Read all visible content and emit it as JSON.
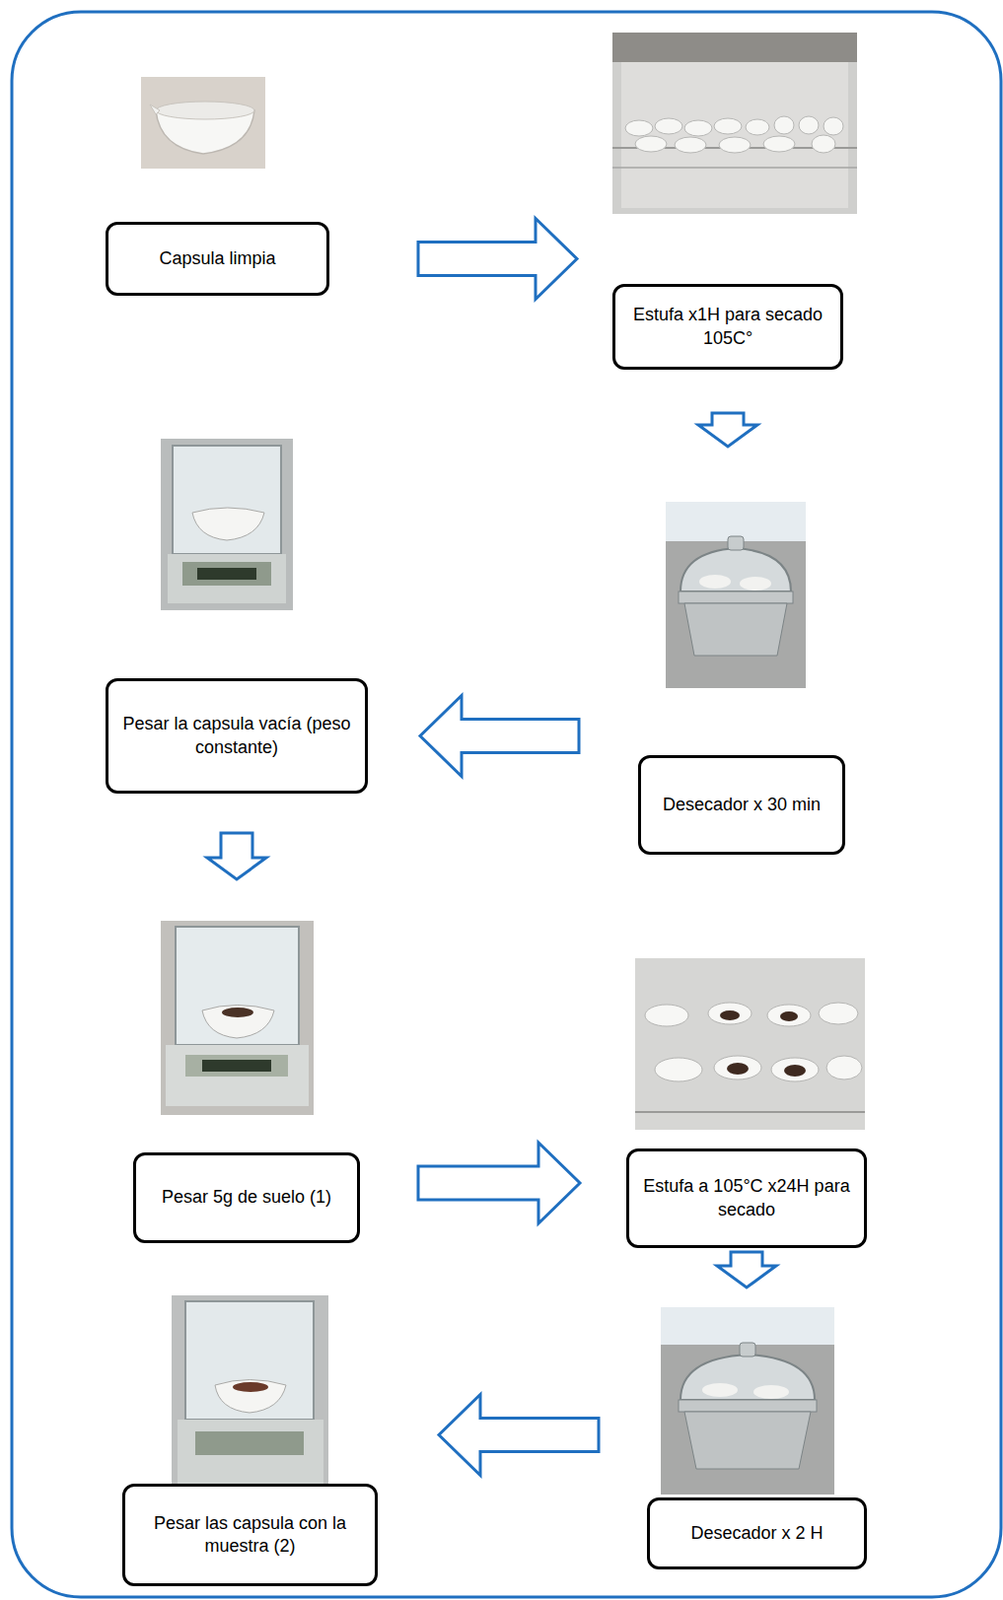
{
  "diagram": {
    "nodes": [
      {
        "text": [
          "Capsula limpia"
        ]
      },
      {
        "text": [
          "Estufa x1H para secado 105C°"
        ]
      },
      {
        "text": [
          "Desecador x 30 min"
        ]
      },
      {
        "text": [
          "Pesar la capsula vacía (peso constante)"
        ]
      },
      {
        "text": [
          "Pesar 5g de suelo (1)"
        ]
      },
      {
        "text": [
          "Estufa a 105°C x24H para secado"
        ]
      },
      {
        "text": [
          "Desecador x 2 H"
        ]
      },
      {
        "text": [
          "Pesar las capsula con la muestra (2)"
        ]
      }
    ],
    "edges": [
      {
        "from": 0,
        "to": 1,
        "arrow": "to"
      },
      {
        "from": 1,
        "to": 2,
        "arrow": "to"
      },
      {
        "from": 2,
        "to": 3,
        "arrow": "to"
      },
      {
        "from": 3,
        "to": 4,
        "arrow": "to"
      },
      {
        "from": 4,
        "to": 5,
        "arrow": "to"
      },
      {
        "from": 5,
        "to": 6,
        "arrow": "to"
      },
      {
        "from": 6,
        "to": 7,
        "arrow": "to"
      }
    ]
  }
}
